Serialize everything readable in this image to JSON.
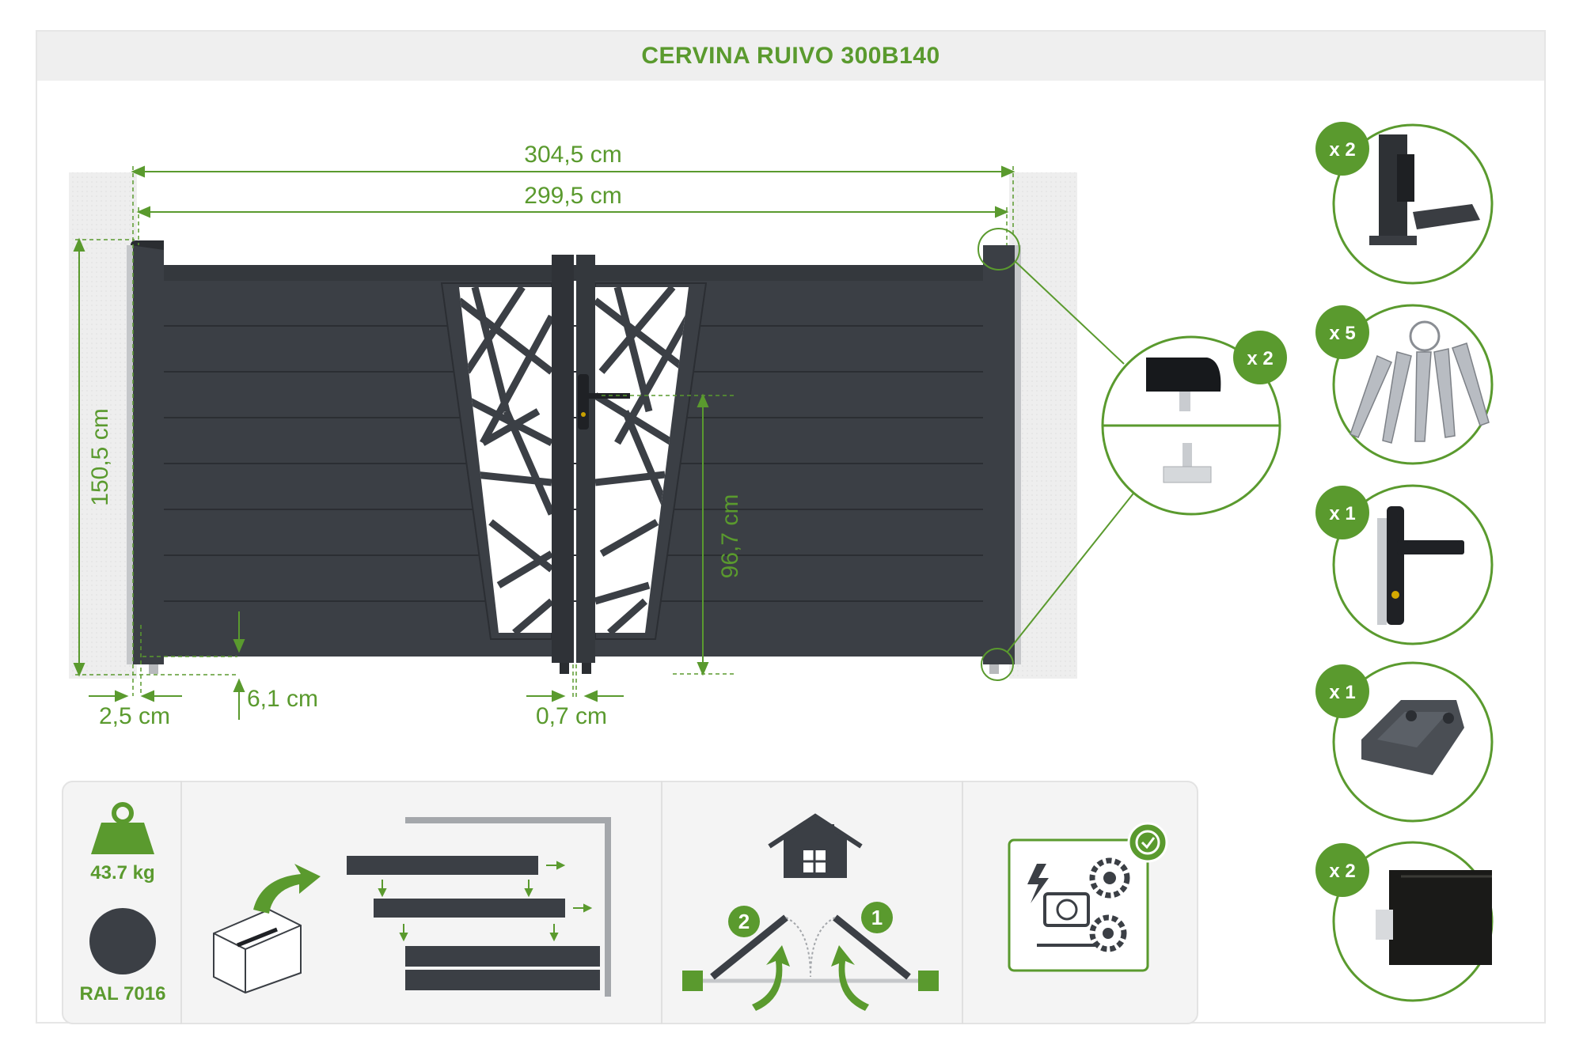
{
  "title": "CERVINA RUIVO 300B140",
  "dimensions": {
    "total_width": "304,5 cm",
    "gate_width": "299,5 cm",
    "height": "150,5 cm",
    "handle_height": "96,7 cm",
    "ground_clearance": "6,1 cm",
    "side_gap": "2,5 cm",
    "center_gap": "0,7 cm"
  },
  "detail_callout": {
    "quantity": "x 2"
  },
  "accessories": [
    {
      "quantity": "x 2",
      "icon": "hinge-icon"
    },
    {
      "quantity": "x 5",
      "icon": "keys-icon"
    },
    {
      "quantity": "x 1",
      "icon": "lock-handle-icon"
    },
    {
      "quantity": "x 1",
      "icon": "gate-stop-icon"
    },
    {
      "quantity": "x 2",
      "icon": "post-profile-icon"
    }
  ],
  "specs": {
    "weight": "43.7 kg",
    "color_name": "RAL 7016",
    "color_hex": "#3b3f45"
  },
  "opening": {
    "step1": "1",
    "step2": "2"
  },
  "colors": {
    "accent": "#5a9a2e",
    "gate": "#3b3f45",
    "wall": "#ececec"
  }
}
